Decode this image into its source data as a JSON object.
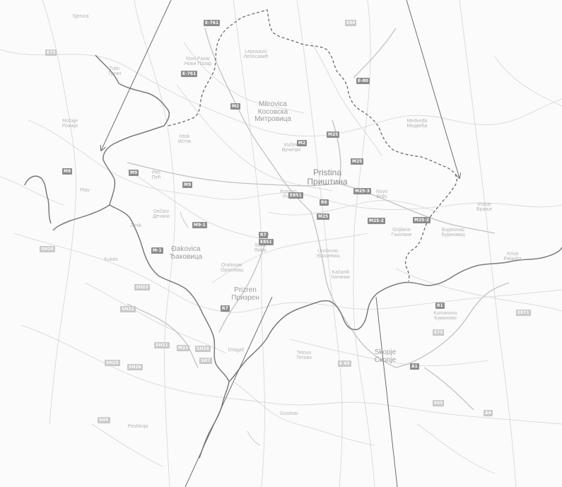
{
  "cities": [
    {
      "id": "pristina",
      "lines": [
        "Pristina",
        "Приштина"
      ]
    },
    {
      "id": "mitrovica",
      "lines": [
        "Mitrovica",
        "Косовска",
        "Митровица"
      ]
    },
    {
      "id": "prizren",
      "lines": [
        "Prizren",
        "Призрен"
      ]
    },
    {
      "id": "djakovica",
      "lines": [
        "Đakovica",
        "Ђаковица"
      ]
    },
    {
      "id": "pec",
      "lines": [
        "Peć",
        "Пећ"
      ]
    },
    {
      "id": "urosevac",
      "lines": [
        "Uroševac",
        "Урошевац"
      ]
    },
    {
      "id": "gnjilane",
      "lines": [
        "Gnjilane",
        "Гњилане"
      ]
    },
    {
      "id": "skopje",
      "lines": [
        "Skopje",
        "Скопје"
      ]
    },
    {
      "id": "tetovo",
      "lines": [
        "Tetovo",
        "Тетово"
      ]
    },
    {
      "id": "istok",
      "lines": [
        "Istok",
        "Исток"
      ]
    },
    {
      "id": "kumanovo",
      "lines": [
        "Kumanovo",
        "Куманово"
      ]
    },
    {
      "id": "kukes",
      "lines": [
        "Kukës"
      ]
    },
    {
      "id": "vucitrn",
      "lines": [
        "Vučitrn",
        "Вучитрн"
      ]
    },
    {
      "id": "leposavic",
      "lines": [
        "Leposavić",
        "Лепосавић"
      ]
    },
    {
      "id": "novi-pazar",
      "lines": [
        "Novi Pazar",
        "Нови Пазар"
      ]
    },
    {
      "id": "medvedja",
      "lines": [
        "Medveđa",
        "Медвеђа"
      ]
    },
    {
      "id": "rozaje",
      "lines": [
        "Rožaje",
        "Рожаје"
      ]
    },
    {
      "id": "vranje",
      "lines": [
        "Vranje",
        "Врање"
      ]
    },
    {
      "id": "bujanovac",
      "lines": [
        "Bujanovac",
        "Бујановац"
      ]
    },
    {
      "id": "plav",
      "lines": [
        "Plav"
      ]
    },
    {
      "id": "tutin",
      "lines": [
        "Tutin",
        "Тутин"
      ]
    },
    {
      "id": "kosovo-polje",
      "lines": [
        "Kosovo",
        "Polje"
      ]
    },
    {
      "id": "decani",
      "lines": [
        "Dečani",
        "Дечани"
      ]
    },
    {
      "id": "orahovac",
      "lines": [
        "Orahovac",
        "Ораховац"
      ]
    },
    {
      "id": "kacanik",
      "lines": [
        "Kačanik",
        "Качаник"
      ]
    },
    {
      "id": "novo-brdo",
      "lines": [
        "Novo",
        "Brdo"
      ]
    },
    {
      "id": "junik",
      "lines": [
        "Junik"
      ]
    },
    {
      "id": "suva-reka",
      "lines": [
        "Suva",
        "Reka"
      ]
    },
    {
      "id": "gora",
      "lines": [
        "Dragaš"
      ]
    },
    {
      "id": "peshkopi",
      "lines": [
        "Peshkopi"
      ]
    },
    {
      "id": "sjenica",
      "lines": [
        "Sjenica"
      ]
    },
    {
      "id": "kriva-palanka",
      "lines": [
        "Kriva",
        "Palanka"
      ]
    },
    {
      "id": "gostivar",
      "lines": [
        "Gostivar"
      ]
    }
  ],
  "roads": [
    {
      "id": "e761-top",
      "label": "E-761"
    },
    {
      "id": "e761",
      "label": "E-761"
    },
    {
      "id": "e80",
      "label": "E-80"
    },
    {
      "id": "m2-a",
      "label": "M2"
    },
    {
      "id": "m2-b",
      "label": "M2"
    },
    {
      "id": "m9-a",
      "label": "M9"
    },
    {
      "id": "m9-b",
      "label": "M9"
    },
    {
      "id": "m9-c",
      "label": "M9"
    },
    {
      "id": "m9-1",
      "label": "M9-1"
    },
    {
      "id": "m25",
      "label": "M25"
    },
    {
      "id": "m25-3",
      "label": "M25-3"
    },
    {
      "id": "m25-2",
      "label": "M25-2"
    },
    {
      "id": "m25-2b",
      "label": "M25-2"
    },
    {
      "id": "m25-b",
      "label": "M25"
    },
    {
      "id": "e851",
      "label": "E851"
    },
    {
      "id": "e851-b",
      "label": "E851"
    },
    {
      "id": "r6",
      "label": "R6"
    },
    {
      "id": "m25-c",
      "label": "M25"
    },
    {
      "id": "r7",
      "label": "R7"
    },
    {
      "id": "r7-b",
      "label": "R7"
    },
    {
      "id": "a1",
      "label": "A1"
    },
    {
      "id": "e65",
      "label": "E-65"
    },
    {
      "id": "e75",
      "label": "E75"
    },
    {
      "id": "m1",
      "label": "M-1"
    },
    {
      "id": "sh20",
      "label": "SH20"
    },
    {
      "id": "sh21",
      "label": "SH21"
    },
    {
      "id": "sh22",
      "label": "SH22"
    },
    {
      "id": "sh23",
      "label": "SH23"
    },
    {
      "id": "sh24",
      "label": "SH24"
    },
    {
      "id": "e871",
      "label": "E871"
    },
    {
      "id": "r1",
      "label": "R1"
    },
    {
      "id": "e65b",
      "label": "E65"
    },
    {
      "id": "e80b",
      "label": "E80"
    },
    {
      "id": "sh25",
      "label": "SH25"
    },
    {
      "id": "sh26",
      "label": "SH26"
    },
    {
      "id": "sh5",
      "label": "SH5"
    },
    {
      "id": "sh7",
      "label": "SH7"
    },
    {
      "id": "a4",
      "label": "A4"
    },
    {
      "id": "e75b",
      "label": "E75"
    },
    {
      "id": "m21",
      "label": "M21"
    }
  ]
}
